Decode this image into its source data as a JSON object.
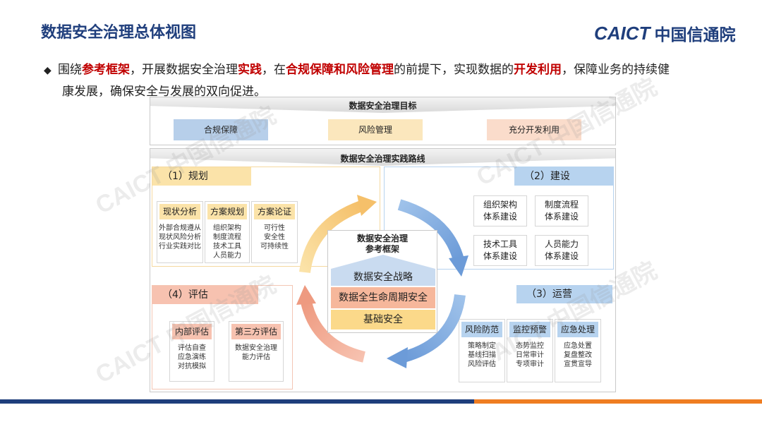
{
  "header": {
    "title": "数据安全治理总体视图",
    "logo_en": "CAICT",
    "logo_cn": "中国信通院"
  },
  "intro": {
    "bullet_icon": "diamond-bullet-icon",
    "p1": "围绕",
    "h1": "参考框架",
    "p2": "，开展数据安全治理",
    "h2": "实践",
    "p3": "，在",
    "h3": "合规保障和风险管理",
    "p4": "的前提下，实现数据的",
    "h4": "开发利用",
    "p5": "，保障业务的持续健",
    "line2": "康发展，确保安全与发展的双向促进。"
  },
  "goals": {
    "title": "数据安全治理目标",
    "items": [
      {
        "label": "合规保障",
        "color": "#b7cfea"
      },
      {
        "label": "风险管理",
        "color": "#fbe7bd"
      },
      {
        "label": "充分开发利用",
        "color": "#fadccb"
      }
    ]
  },
  "practice": {
    "title": "数据安全治理实践路线",
    "plan": {
      "heading": "（1）规划",
      "color": "#fbe3a9",
      "cards": [
        {
          "title": "现状分析",
          "lines": [
            "外部合规遵从",
            "现状风险分析",
            "行业实践对比"
          ]
        },
        {
          "title": "方案规划",
          "lines": [
            "组织架构",
            "制度流程",
            "技术工具",
            "人员能力"
          ]
        },
        {
          "title": "方案论证",
          "lines": [
            "可行性",
            "安全性",
            "可持续性"
          ]
        }
      ]
    },
    "build": {
      "heading": "（2）建设",
      "color": "#b7d3ef",
      "cards": [
        {
          "l1": "组织架构",
          "l2": "体系建设"
        },
        {
          "l1": "制度流程",
          "l2": "体系建设"
        },
        {
          "l1": "技术工具",
          "l2": "体系建设"
        },
        {
          "l1": "人员能力",
          "l2": "体系建设"
        }
      ]
    },
    "operate": {
      "heading": "（3）运营",
      "color": "#b7d3ef",
      "cards": [
        {
          "title": "风险防范",
          "lines": [
            "策略制定",
            "基线扫描",
            "风险评估"
          ]
        },
        {
          "title": "监控预警",
          "lines": [
            "态势监控",
            "日常审计",
            "专项审计"
          ]
        },
        {
          "title": "应急处理",
          "lines": [
            "应急处置",
            "复盘整改",
            "宣贯宣导"
          ]
        }
      ]
    },
    "assess": {
      "heading": "（4）评估",
      "color": "#f7c2b0",
      "cards": [
        {
          "title": "内部评估",
          "lines": [
            "评估自查",
            "应急演练",
            "对抗模拟"
          ]
        },
        {
          "title": "第三方评估",
          "lines": [
            "数据安全治理",
            "能力评估"
          ]
        }
      ]
    },
    "framework": {
      "title_l1": "数据安全治理",
      "title_l2": "参考框架",
      "layers": [
        {
          "label": "数据安全战略",
          "color": "#c9dbf0"
        },
        {
          "label": "数据全生命周期安全",
          "color": "#f6b79b"
        },
        {
          "label": "基础安全",
          "color": "#fbd98a"
        }
      ]
    }
  },
  "watermark": "CAICT 中国信通院",
  "colors": {
    "brand_blue": "#1f3e7c",
    "accent_red": "#c00000",
    "footer_orange": "#ef7d22",
    "arrow_orange": "#f5c06a",
    "arrow_blue": "#6c9bd8",
    "arrow_red": "#ee9a80"
  }
}
